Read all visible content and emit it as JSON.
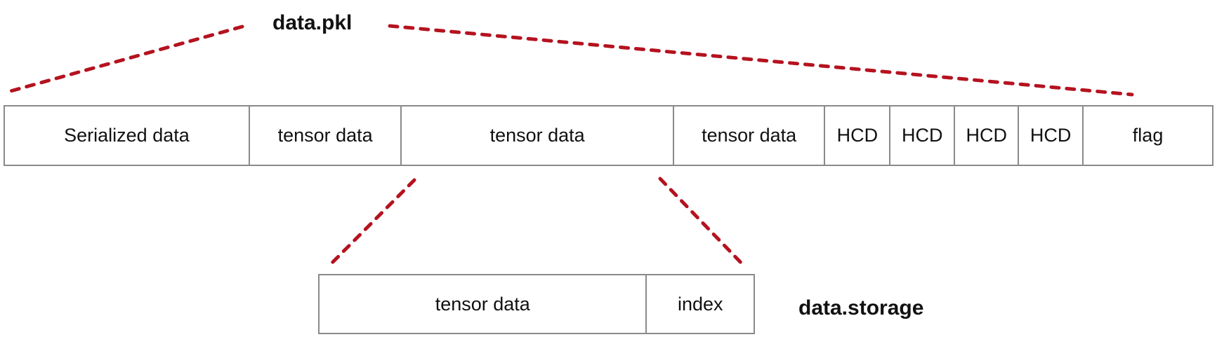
{
  "labels": {
    "pkl": "data.pkl",
    "storage": "data.storage"
  },
  "pkl_bar": {
    "segments": [
      {
        "label": "Serialized data"
      },
      {
        "label": "tensor data"
      },
      {
        "label": "tensor data"
      },
      {
        "label": "tensor data"
      },
      {
        "label": "HCD"
      },
      {
        "label": "HCD"
      },
      {
        "label": "HCD"
      },
      {
        "label": "HCD"
      },
      {
        "label": "flag"
      }
    ]
  },
  "storage_bar": {
    "segments": [
      {
        "label": "tensor data"
      },
      {
        "label": "index"
      }
    ]
  },
  "colors": {
    "accent-red": "#b5121f",
    "border-gray": "#8a8a8a",
    "text-black": "#111111"
  }
}
